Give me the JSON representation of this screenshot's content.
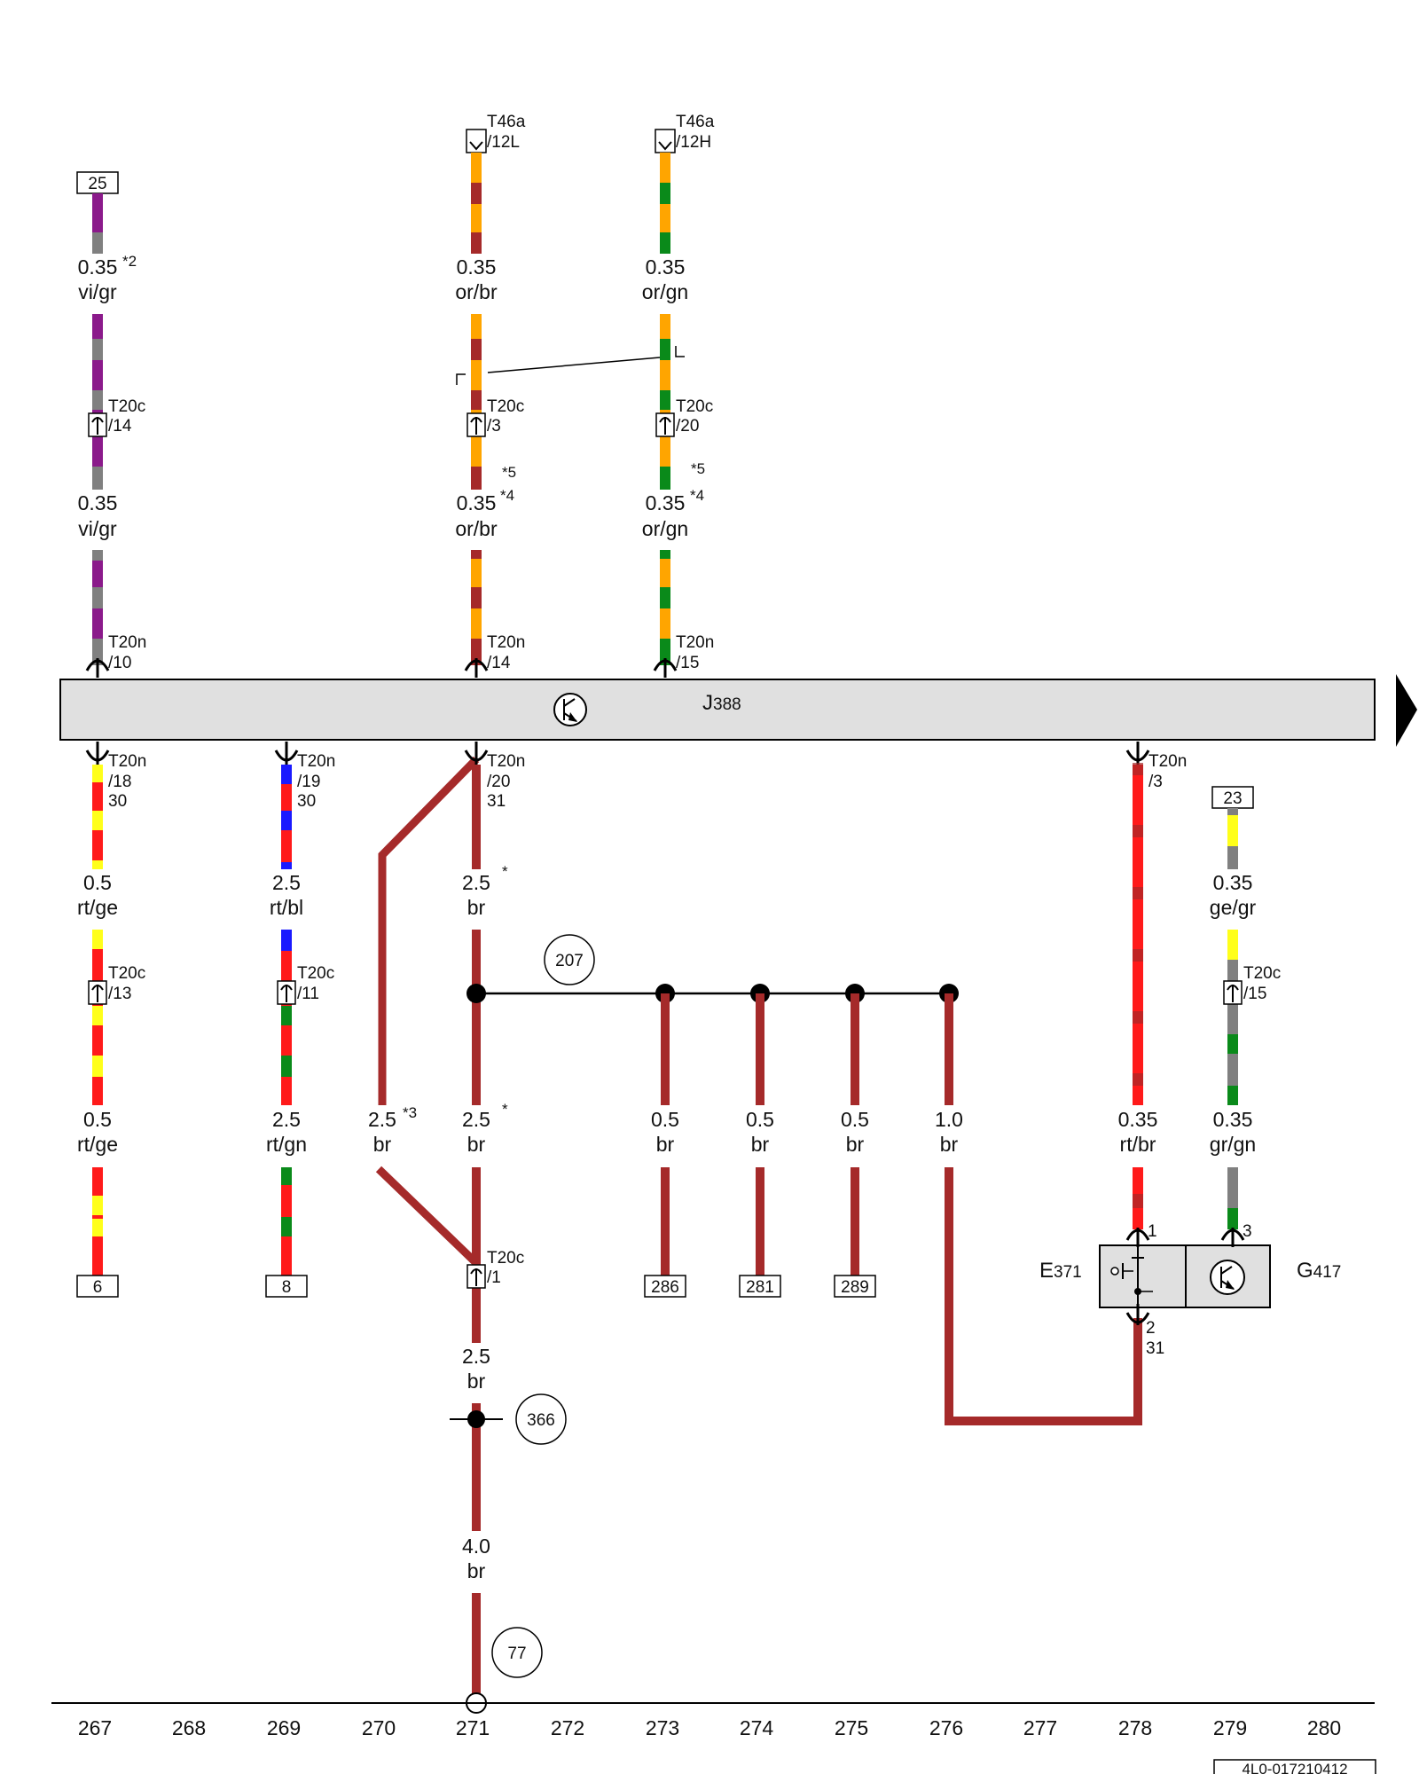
{
  "colors": {
    "vi": "#8b1a8b",
    "gr": "#808080",
    "or": "#ffa500",
    "br": "#a52a2a",
    "gn": "#0a8a1a",
    "rt": "#ff1a1a",
    "ge": "#ffff1a",
    "bl": "#1a1aff",
    "component_fill": "#e0e0e0",
    "line": "#000000"
  },
  "control_unit": {
    "name": "J",
    "sub": "388",
    "icon": "transistor-symbol"
  },
  "top_wires": [
    {
      "id": "w10",
      "top_ref": "25",
      "seg1": {
        "size": "0.35",
        "color": "vi/gr",
        "note": "*2"
      },
      "conn_c": {
        "name": "T20c",
        "pin": "/14"
      },
      "seg2": {
        "size": "0.35",
        "color": "vi/gr"
      },
      "conn_n": {
        "name": "T20n",
        "pin": "/10"
      }
    },
    {
      "id": "w14",
      "top_conn": {
        "name": "T46a",
        "pin": "/12L"
      },
      "seg1": {
        "size": "0.35",
        "color": "or/br"
      },
      "conn_c": {
        "name": "T20c",
        "pin": "/3"
      },
      "note5": "*5",
      "seg2": {
        "size": "0.35",
        "color": "or/br",
        "note": "*4"
      },
      "conn_n": {
        "name": "T20n",
        "pin": "/14"
      }
    },
    {
      "id": "w15",
      "top_conn": {
        "name": "T46a",
        "pin": "/12H"
      },
      "seg1": {
        "size": "0.35",
        "color": "or/gn"
      },
      "conn_c": {
        "name": "T20c",
        "pin": "/20"
      },
      "note5": "*5",
      "seg2": {
        "size": "0.35",
        "color": "or/gn",
        "note": "*4"
      },
      "conn_n": {
        "name": "T20n",
        "pin": "/15"
      }
    }
  ],
  "bottom_wires": [
    {
      "id": "w18",
      "conn_n": {
        "name": "T20n",
        "pin": "/18",
        "term": "30"
      },
      "seg1": {
        "size": "0.5",
        "color": "rt/ge"
      },
      "conn_c": {
        "name": "T20c",
        "pin": "/13"
      },
      "seg2": {
        "size": "0.5",
        "color": "rt/ge"
      },
      "bottom_ref": "6"
    },
    {
      "id": "w19",
      "conn_n": {
        "name": "T20n",
        "pin": "/19",
        "term": "30"
      },
      "seg1": {
        "size": "2.5",
        "color": "rt/bl"
      },
      "conn_c": {
        "name": "T20c",
        "pin": "/11"
      },
      "seg2": {
        "size": "2.5",
        "color": "rt/gn"
      },
      "bottom_ref": "8"
    },
    {
      "id": "w20",
      "conn_n": {
        "name": "T20n",
        "pin": "/20",
        "term": "31"
      },
      "seg1": {
        "size": "2.5",
        "color": "br",
        "note": "*"
      },
      "seg2": {
        "size": "2.5",
        "color": "br",
        "note": "*"
      },
      "conn_c": {
        "name": "T20c",
        "pin": "/1"
      },
      "seg3": {
        "size": "2.5",
        "color": "br"
      },
      "seg4": {
        "size": "4.0",
        "color": "br"
      }
    },
    {
      "id": "bypass",
      "seg": {
        "size": "2.5",
        "color": "br",
        "note": "*3"
      }
    },
    {
      "id": "w3",
      "conn_n": {
        "name": "T20n",
        "pin": "/3"
      },
      "seg": {
        "size": "0.35",
        "color": "rt/br"
      }
    },
    {
      "id": "w_g417",
      "top_ref": "23",
      "seg1": {
        "size": "0.35",
        "color": "ge/gr"
      },
      "conn_c": {
        "name": "T20c",
        "pin": "/15"
      },
      "seg2": {
        "size": "0.35",
        "color": "gr/gn"
      }
    }
  ],
  "ground_branches": [
    {
      "size": "0.5",
      "color": "br",
      "ref": "286"
    },
    {
      "size": "0.5",
      "color": "br",
      "ref": "281"
    },
    {
      "size": "0.5",
      "color": "br",
      "ref": "289"
    },
    {
      "size": "1.0",
      "color": "br"
    }
  ],
  "circled_refs": {
    "splice": "207",
    "ground_point": "366",
    "ground_bus": "77"
  },
  "component_e": {
    "name": "E",
    "sub": "371",
    "pin_top": "1",
    "pin_bottom": "2",
    "term": "31"
  },
  "component_g": {
    "name": "G",
    "sub": "417",
    "pin_top": "3"
  },
  "tracks": [
    "267",
    "268",
    "269",
    "270",
    "271",
    "272",
    "273",
    "274",
    "275",
    "276",
    "277",
    "278",
    "279",
    "280"
  ],
  "doc_id": "4L0-017210412"
}
